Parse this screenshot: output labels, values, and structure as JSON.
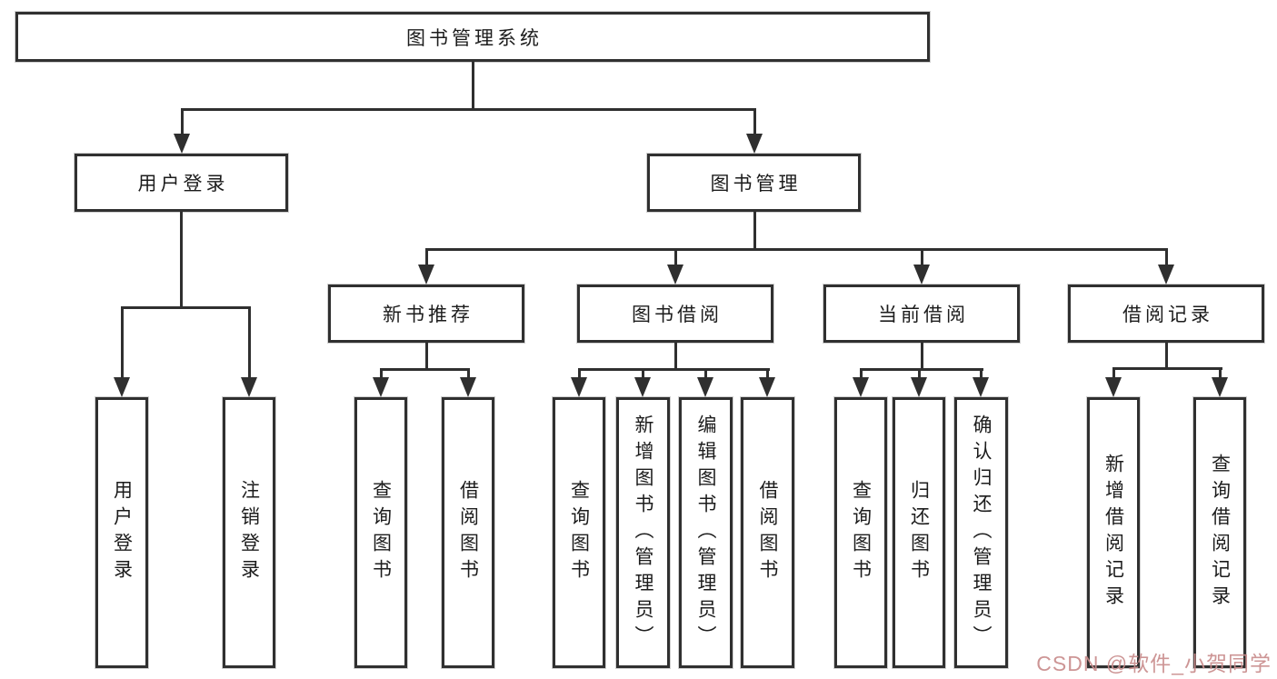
{
  "colors": {
    "background": "#ffffff",
    "line": "#2f2f2f",
    "box_border": "#303030",
    "text": "#1c1c1c",
    "watermark": "#c98d8d"
  },
  "watermark": {
    "text": "CSDN @软件_小贺同学"
  },
  "tree": {
    "label": "图书管理系统",
    "children": [
      {
        "label": "用户登录",
        "children": [
          {
            "label": "用户登录"
          },
          {
            "label": "注销登录"
          }
        ]
      },
      {
        "label": "图书管理",
        "children": [
          {
            "label": "新书推荐",
            "children": [
              {
                "label": "查询图书"
              },
              {
                "label": "借阅图书"
              }
            ]
          },
          {
            "label": "图书借阅",
            "children": [
              {
                "label": "查询图书"
              },
              {
                "label": "新增图书（管理员）"
              },
              {
                "label": "编辑图书（管理员）"
              },
              {
                "label": "借阅图书"
              }
            ]
          },
          {
            "label": "当前借阅",
            "children": [
              {
                "label": "查询图书"
              },
              {
                "label": "归还图书"
              },
              {
                "label": "确认归还（管理员）"
              }
            ]
          },
          {
            "label": "借阅记录",
            "children": [
              {
                "label": "新增借阅记录"
              },
              {
                "label": "查询借阅记录"
              }
            ]
          }
        ]
      }
    ]
  }
}
